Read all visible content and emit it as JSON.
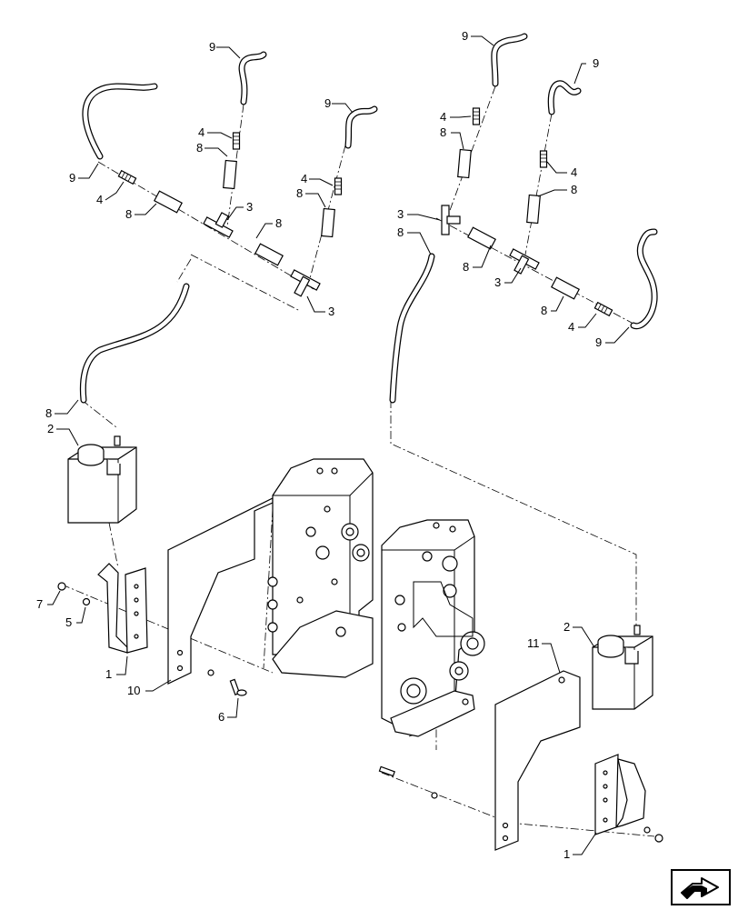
{
  "callouts": {
    "c1": "1",
    "c2": "2",
    "c3": "3",
    "c4": "4",
    "c5": "5",
    "c6": "6",
    "c7": "7",
    "c8": "8",
    "c9": "9",
    "c10": "10",
    "c11": "11"
  },
  "icons": {
    "nav": "next-page-arrow-icon"
  }
}
